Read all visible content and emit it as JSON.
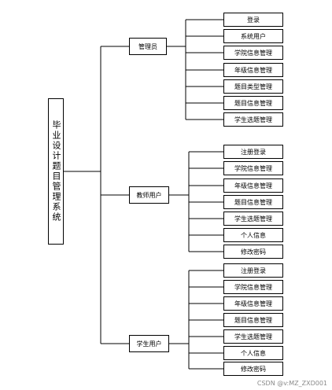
{
  "root": {
    "label": "毕业设计题目管理系统"
  },
  "roles": [
    {
      "label": "管理员",
      "items": [
        "登录",
        "系统用户",
        "学院信息管理",
        "年级信息管理",
        "题目类型管理",
        "题目信息管理",
        "学生选题管理"
      ]
    },
    {
      "label": "教师用户",
      "items": [
        "注册登录",
        "学院信息管理",
        "年级信息管理",
        "题目信息管理",
        "学生选题管理",
        "个人信息",
        "修改密码"
      ]
    },
    {
      "label": "学生用户",
      "items": [
        "注册登录",
        "学院信息管理",
        "年级信息管理",
        "题目信息管理",
        "学生选题管理",
        "个人信息",
        "修改密码"
      ]
    }
  ],
  "watermark": "CSDN @v:MZ_ZXD001"
}
